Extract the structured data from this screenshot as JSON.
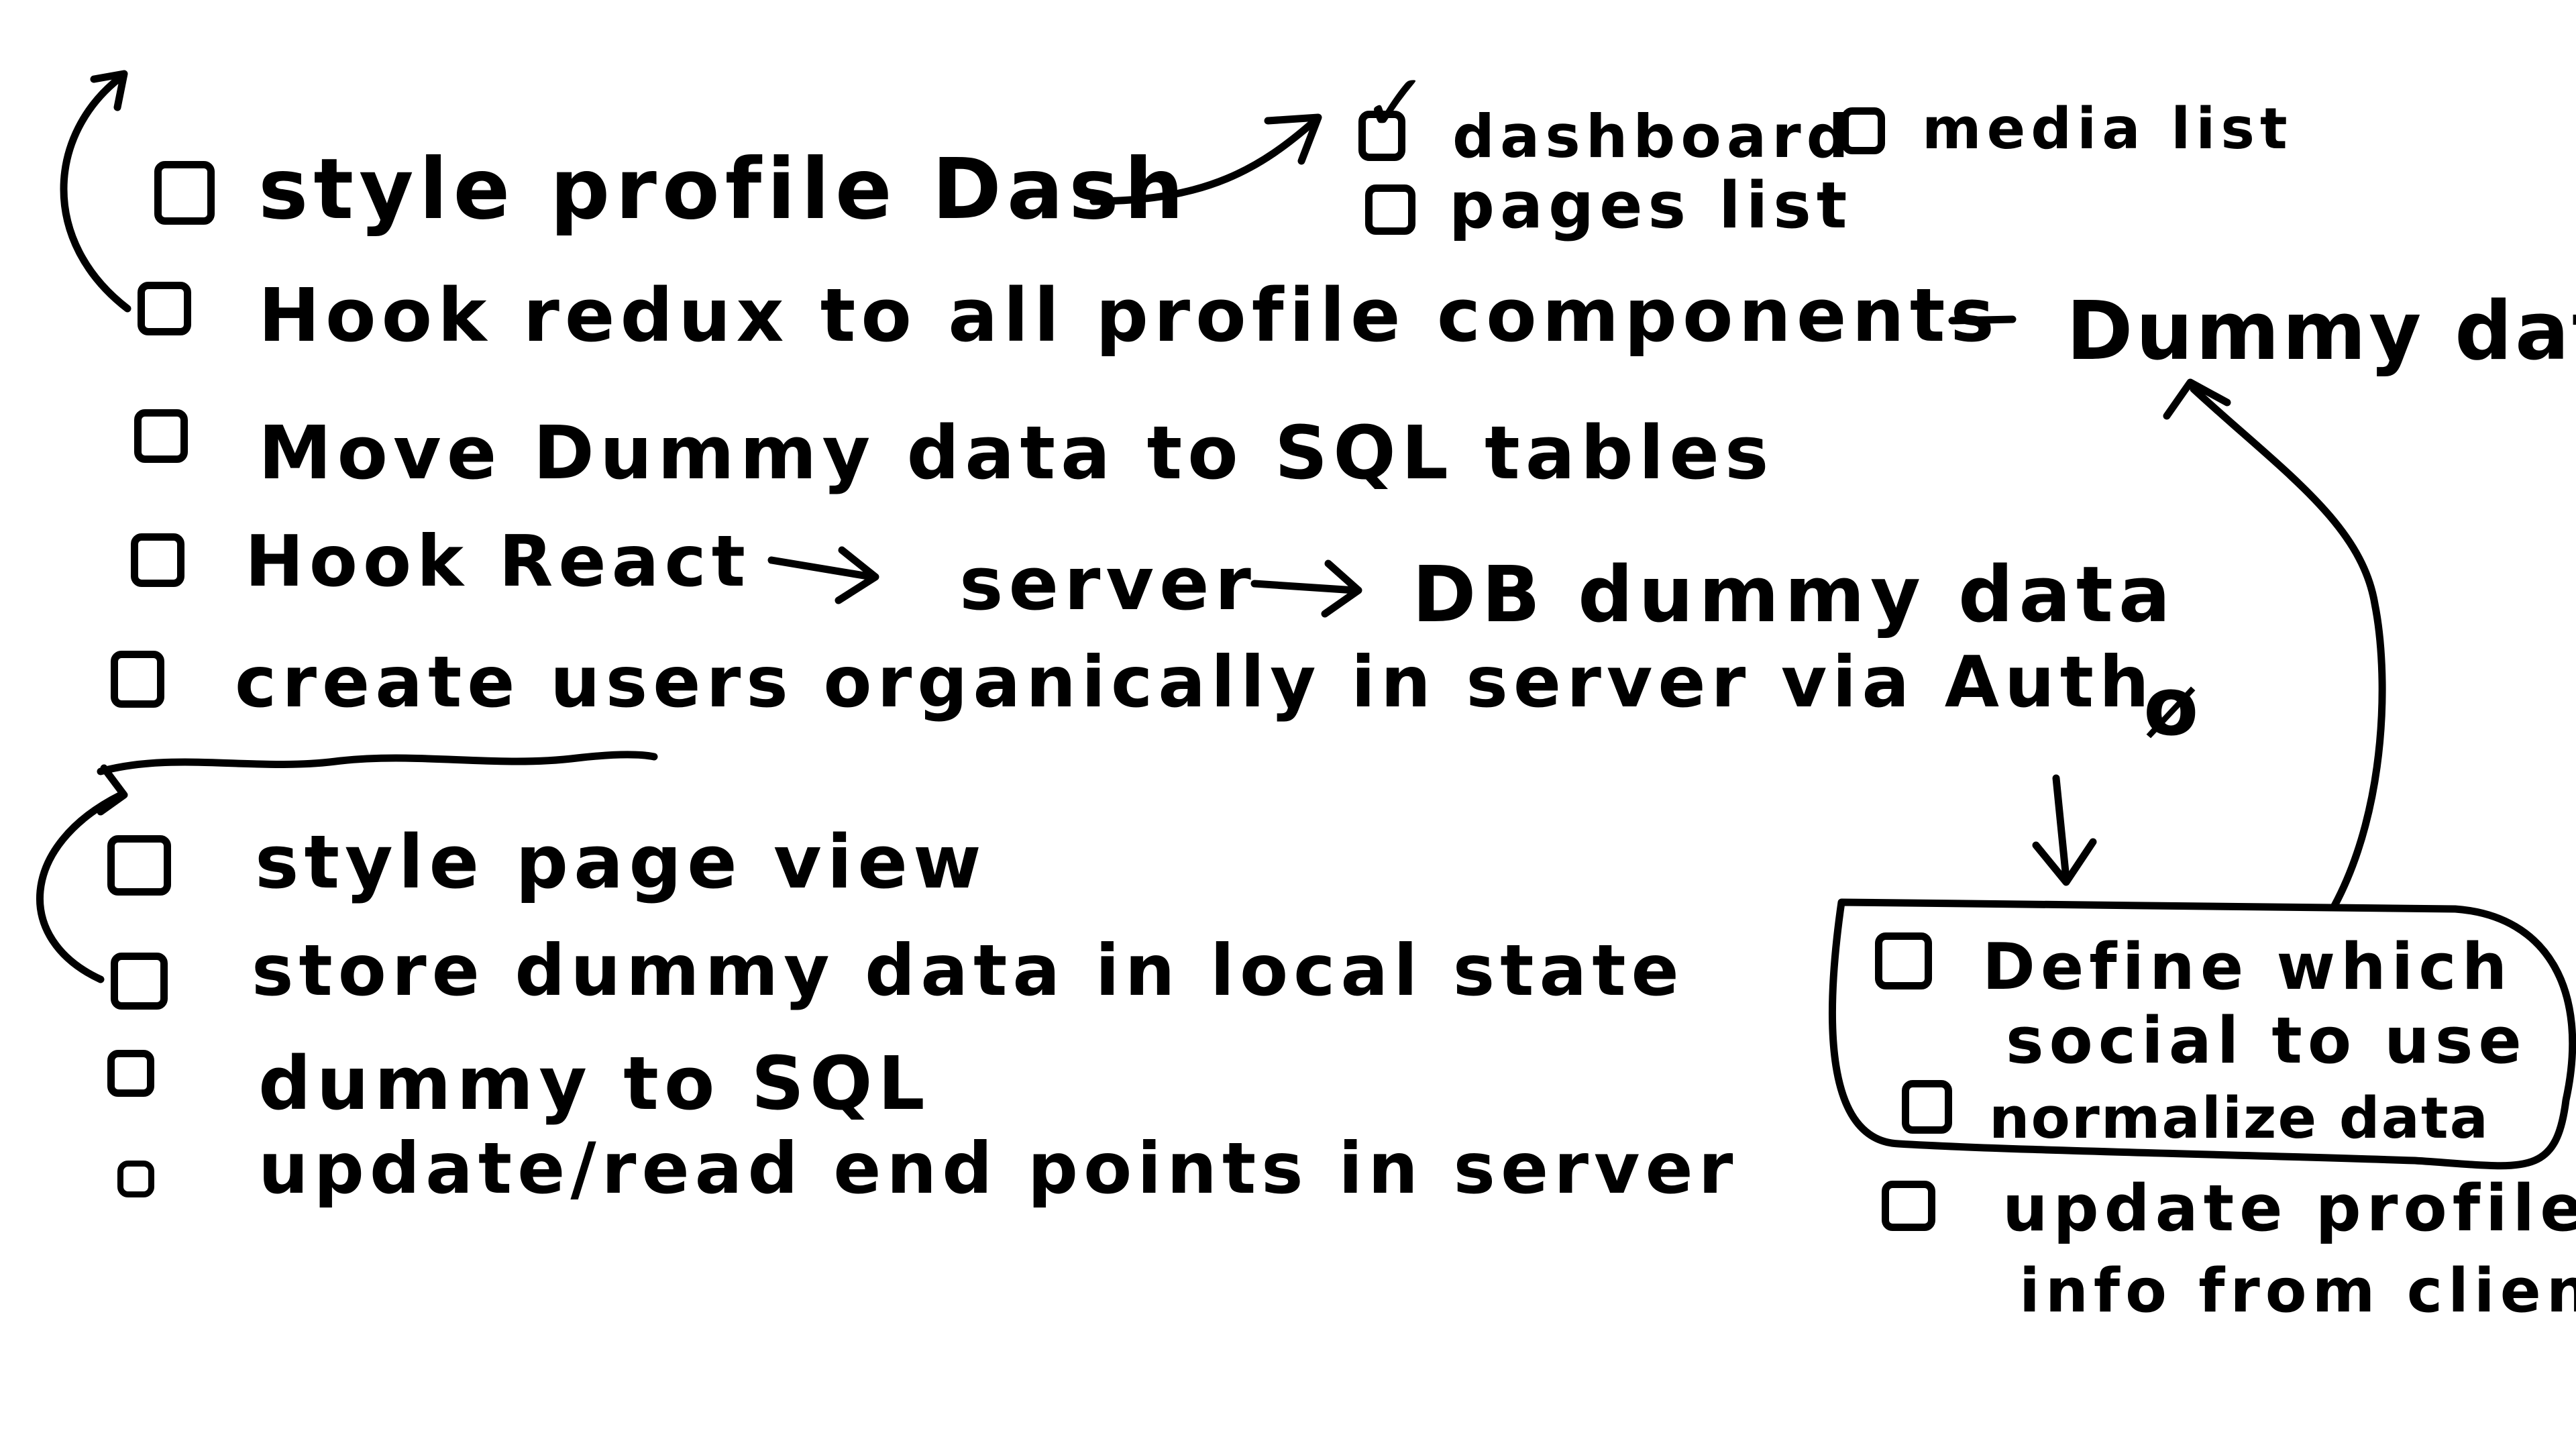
{
  "ink_color": "#000000",
  "background_color": "#ffffff",
  "top": {
    "item1": {
      "label": "style profile Dash",
      "checked": false
    },
    "subtasks": {
      "dashboard": {
        "label": "dashboard",
        "checked": true
      },
      "media_list": {
        "label": "media list",
        "checked": false
      },
      "pages_list": {
        "label": "pages list",
        "checked": false
      }
    },
    "item2": {
      "label": "Hook redux to all profile components",
      "checked": false
    },
    "item2_note": "Dummy data",
    "item3": {
      "label": "Move Dummy data to SQL tables",
      "checked": false
    },
    "item4": {
      "label": "Hook React",
      "checked": false
    },
    "flow_server": "server",
    "flow_db": "DB dummy data",
    "item5": {
      "label": "create users organically in server via Auth",
      "checked": false
    },
    "auth_symbol": "ø"
  },
  "bottom": {
    "item1": {
      "label": "style page view",
      "checked": false
    },
    "item2": {
      "label": "store dummy data in local state",
      "checked": false
    },
    "item3": {
      "label": "dummy to SQL",
      "checked": false
    },
    "item4": {
      "label": "update/read end points in server",
      "checked": false
    }
  },
  "right": {
    "item1_line1": "Define which",
    "item1_line2": "social to use",
    "item1_checked": false,
    "item2": {
      "label": "normalize data",
      "checked": false
    },
    "item3_line1": "update profile",
    "item3_line2": "info from client",
    "item3_checked": false
  }
}
